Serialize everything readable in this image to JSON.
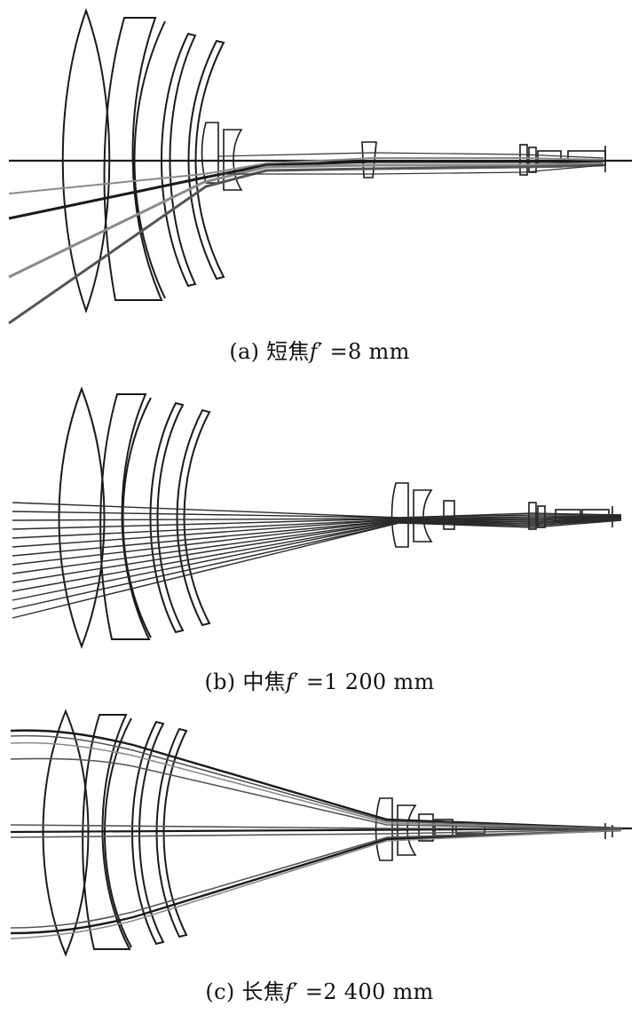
{
  "panels": [
    {
      "id": "a",
      "caption_label": "(a) 短焦",
      "caption_f": "f",
      "caption_value": "′ =8 mm"
    },
    {
      "id": "b",
      "caption_label": "(b) 中焦",
      "caption_f": "f",
      "caption_value": "′  =1 200 mm"
    },
    {
      "id": "c",
      "caption_label": "(c) 长焦",
      "caption_f": "f",
      "caption_value": "′  =2 400 mm"
    }
  ],
  "colors": {
    "lens_outline": "#1a1a1a",
    "ray_dark": "#1a1a1a",
    "ray_mid": "#555555",
    "ray_light": "#8a8a8a",
    "background": "#ffffff"
  }
}
